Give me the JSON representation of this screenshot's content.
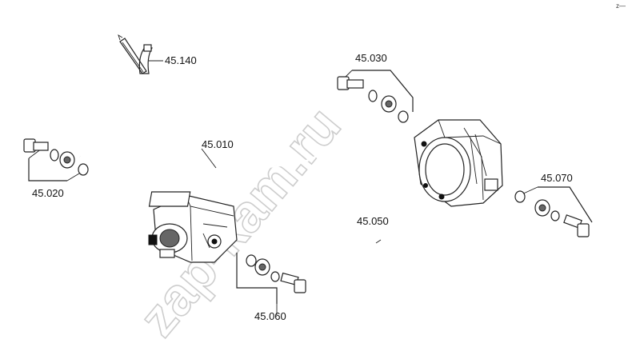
{
  "watermark": "zap-kam.ru",
  "corner_mark": "z—",
  "parts": [
    {
      "id": "p45140",
      "label": "45.140"
    },
    {
      "id": "p45030",
      "label": "45.030"
    },
    {
      "id": "p45010",
      "label": "45.010"
    },
    {
      "id": "p45020",
      "label": "45.020"
    },
    {
      "id": "p45070",
      "label": "45.070"
    },
    {
      "id": "p45050",
      "label": "45.050"
    },
    {
      "id": "p45060",
      "label": "45.060"
    }
  ]
}
